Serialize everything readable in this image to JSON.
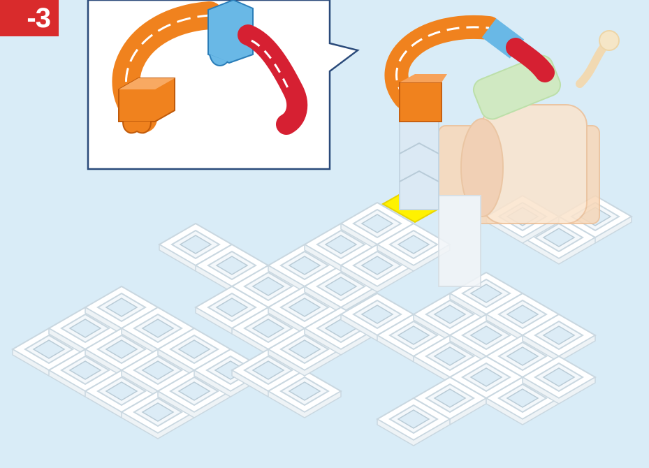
{
  "step": {
    "label": "-3"
  },
  "colors": {
    "background": "#d9ecf7",
    "badge": "#d92b2c",
    "orange_rail": "#f0821e",
    "blue_connector": "#69b8e6",
    "red_rail": "#d62032",
    "base_tile": "#ffffff",
    "highlight": "#fff200",
    "ghost_parts": "#f8d8b8",
    "ghost_green": "#cfe9b9"
  },
  "illustration": {
    "callout": "zoom-detail",
    "base_grid": "white-tile-grid",
    "placement_marker": "yellow-highlight"
  }
}
